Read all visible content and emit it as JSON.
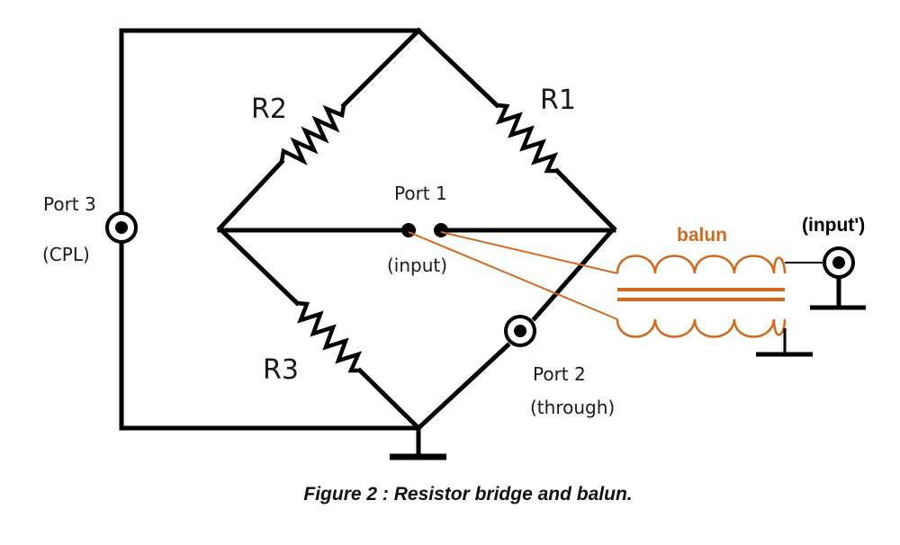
{
  "labels": {
    "r1": "R1",
    "r2": "R2",
    "r3": "R3",
    "port1": "Port 1",
    "port1_sub": "(input)",
    "port2": "Port 2",
    "port2_sub": "(through)",
    "port3": "Port 3",
    "port3_sub": "(CPL)",
    "input_prime": "(input')",
    "balun": "balun"
  },
  "caption": "Figure 2 : Resistor bridge and balun.",
  "colors": {
    "wire": "#000000",
    "balun": "#d2691e"
  }
}
